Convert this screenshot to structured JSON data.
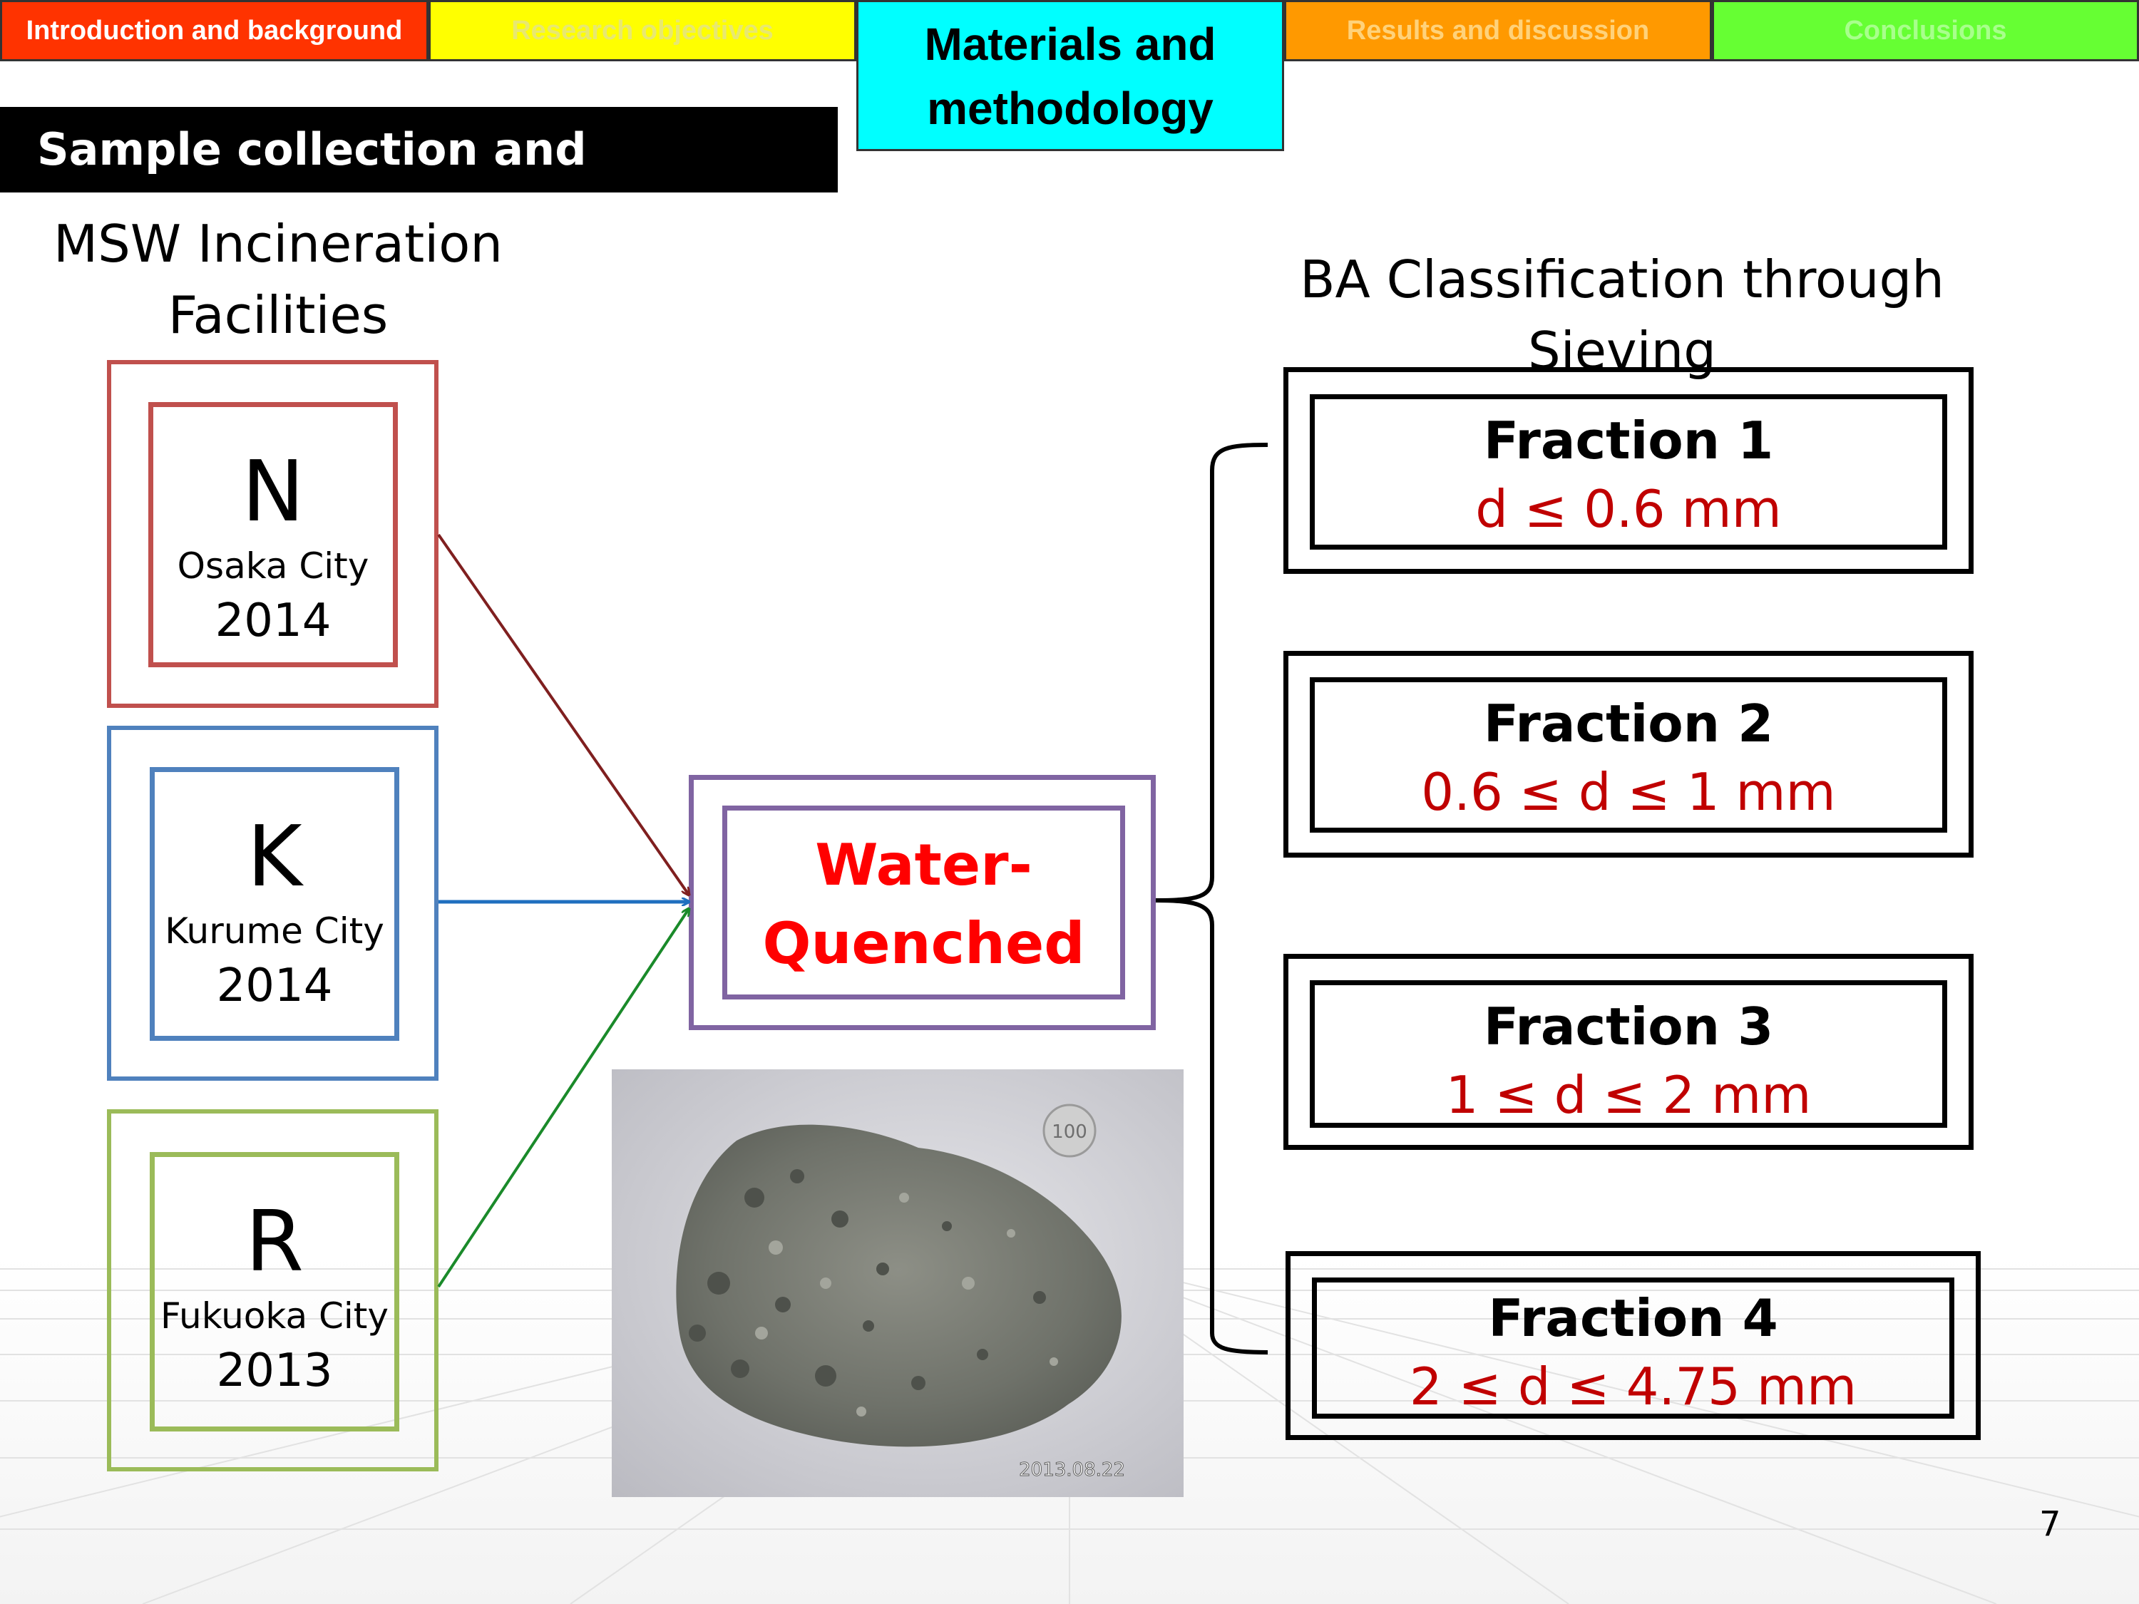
{
  "nav": {
    "tabs": [
      {
        "label": "Introduction and background",
        "bg": "#ff3300",
        "fg": "#ffffff"
      },
      {
        "label": "Research objectives",
        "bg": "#ffff00",
        "fg": "#e8e870"
      },
      {
        "label": "Materials and methodology",
        "bg": "#00ffff",
        "fg": "#000000",
        "active": true
      },
      {
        "label": "Results and discussion",
        "bg": "#ff9900",
        "fg": "#ffd27a"
      },
      {
        "label": "Conclusions",
        "bg": "#66ff33",
        "fg": "#a8ff8c"
      }
    ],
    "active_line1": "Materials and",
    "active_line2": "methodology"
  },
  "section_title": "Sample collection and preparation",
  "facilities": {
    "heading_line1": "MSW Incineration",
    "heading_line2": "Facilities",
    "items": [
      {
        "letter": "N",
        "city": "Osaka City",
        "year": "2014",
        "color": "#c0504d",
        "arrow_color": "#7f1f1f"
      },
      {
        "letter": "K",
        "city": "Kurume City",
        "year": "2014",
        "color": "#4f81bd",
        "arrow_color": "#1f6fbf"
      },
      {
        "letter": "R",
        "city": "Fukuoka City",
        "year": "2013",
        "color": "#9bbb59",
        "arrow_color": "#1a8a2a"
      }
    ]
  },
  "process": {
    "line1": "Water-",
    "line2": "Quenched",
    "color": "#8064a2"
  },
  "photo": {
    "date_stamp": "2013.08.22",
    "coin_label": "100"
  },
  "classification": {
    "heading": "BA Classification through Sieving",
    "fractions": [
      {
        "title": "Fraction 1",
        "range": "d ≤ 0.6 mm"
      },
      {
        "title": "Fraction 2",
        "range": "0.6 ≤ d ≤ 1 mm"
      },
      {
        "title": "Fraction 3",
        "range": "1 ≤ d ≤ 2 mm"
      },
      {
        "title": "Fraction 4",
        "range": "2 ≤ d ≤ 4.75 mm"
      }
    ]
  },
  "page_number": "7"
}
